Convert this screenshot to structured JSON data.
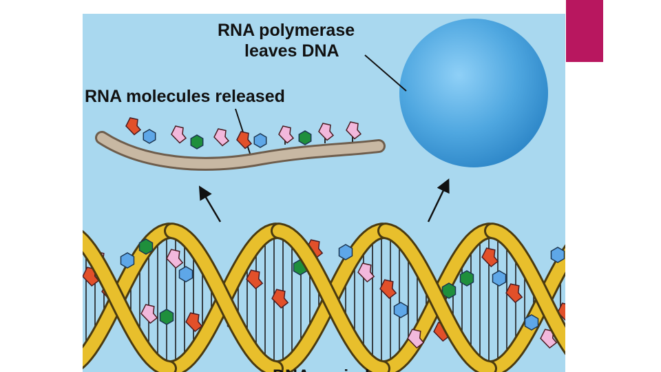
{
  "colors": {
    "background": "#a9d8ef",
    "accent_bar": "#b8175f",
    "dna_strand": "#e8bf2c",
    "rna_strand": "#c8b8a3",
    "polymerase": "#5aaee6",
    "base_red": "#e2502a",
    "base_blue": "#5ea7e8",
    "base_pink": "#f2b8dc",
    "base_green": "#1f8f3c"
  },
  "labels": {
    "polymerase_line1": "RNA polymerase",
    "polymerase_line2": "leaves DNA",
    "rna_released": "RNA molecules released",
    "dna_rewinds": "DNA rewinds"
  }
}
